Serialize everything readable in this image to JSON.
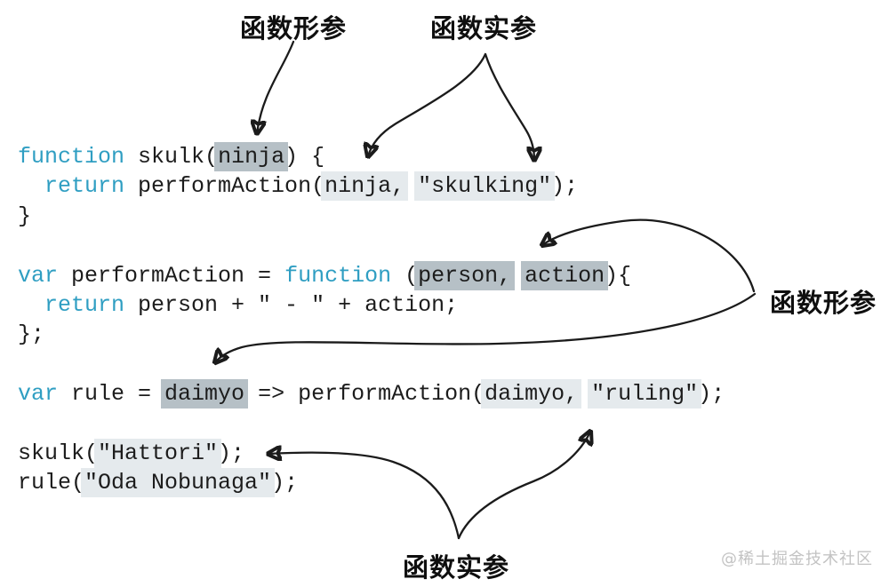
{
  "labels": {
    "top_param": "函数形参",
    "top_arg": "函数实参",
    "right_param": "函数形参",
    "bottom_arg": "函数实参"
  },
  "watermark": "@稀土掘金技术社区",
  "colors": {
    "kw": "#2f9ec2",
    "code": "#1c1c1c",
    "hl-param": "#b6c0c6",
    "hl-arg": "#e5eaed",
    "arrow": "#1b1b1b",
    "label": "#0f0f0f",
    "watermark": "#c3c3c3",
    "bg": "#ffffff"
  },
  "legend": {
    "param_highlight_meaning": "函数形参",
    "arg_highlight_meaning": "函数实参"
  },
  "code": {
    "lines": [
      {
        "segments": [
          {
            "t": "keyword",
            "text": "function"
          },
          {
            "t": "plain",
            "text": " skulk("
          },
          {
            "t": "param",
            "text": "ninja"
          },
          {
            "t": "plain",
            "text": ") {"
          }
        ]
      },
      {
        "segments": [
          {
            "t": "plain",
            "text": "  "
          },
          {
            "t": "keyword",
            "text": "return"
          },
          {
            "t": "plain",
            "text": " performAction("
          },
          {
            "t": "arg",
            "text": "ninja,"
          },
          {
            "t": "plain",
            "text": " "
          },
          {
            "t": "arg",
            "text": "\"skulking\""
          },
          {
            "t": "plain",
            "text": ");"
          }
        ]
      },
      {
        "segments": [
          {
            "t": "plain",
            "text": "}"
          }
        ]
      },
      {
        "segments": []
      },
      {
        "segments": [
          {
            "t": "keyword",
            "text": "var"
          },
          {
            "t": "plain",
            "text": " performAction = "
          },
          {
            "t": "keyword",
            "text": "function"
          },
          {
            "t": "plain",
            "text": " ("
          },
          {
            "t": "param",
            "text": "person,"
          },
          {
            "t": "plain",
            "text": " "
          },
          {
            "t": "param",
            "text": "action"
          },
          {
            "t": "plain",
            "text": "){"
          }
        ]
      },
      {
        "segments": [
          {
            "t": "plain",
            "text": "  "
          },
          {
            "t": "keyword",
            "text": "return"
          },
          {
            "t": "plain",
            "text": " person + \" - \" + action;"
          }
        ]
      },
      {
        "segments": [
          {
            "t": "plain",
            "text": "};"
          }
        ]
      },
      {
        "segments": []
      },
      {
        "segments": [
          {
            "t": "keyword",
            "text": "var"
          },
          {
            "t": "plain",
            "text": " rule = "
          },
          {
            "t": "param",
            "text": "daimyo"
          },
          {
            "t": "plain",
            "text": " => performAction("
          },
          {
            "t": "arg",
            "text": "daimyo,"
          },
          {
            "t": "plain",
            "text": " "
          },
          {
            "t": "arg",
            "text": "\"ruling\""
          },
          {
            "t": "plain",
            "text": ");"
          }
        ]
      },
      {
        "segments": []
      },
      {
        "segments": [
          {
            "t": "plain",
            "text": "skulk("
          },
          {
            "t": "arg",
            "text": "\"Hattori\""
          },
          {
            "t": "plain",
            "text": ");"
          }
        ]
      },
      {
        "segments": [
          {
            "t": "plain",
            "text": "rule("
          },
          {
            "t": "arg",
            "text": "\"Oda Nobunaga\""
          },
          {
            "t": "plain",
            "text": ");"
          }
        ]
      }
    ]
  }
}
